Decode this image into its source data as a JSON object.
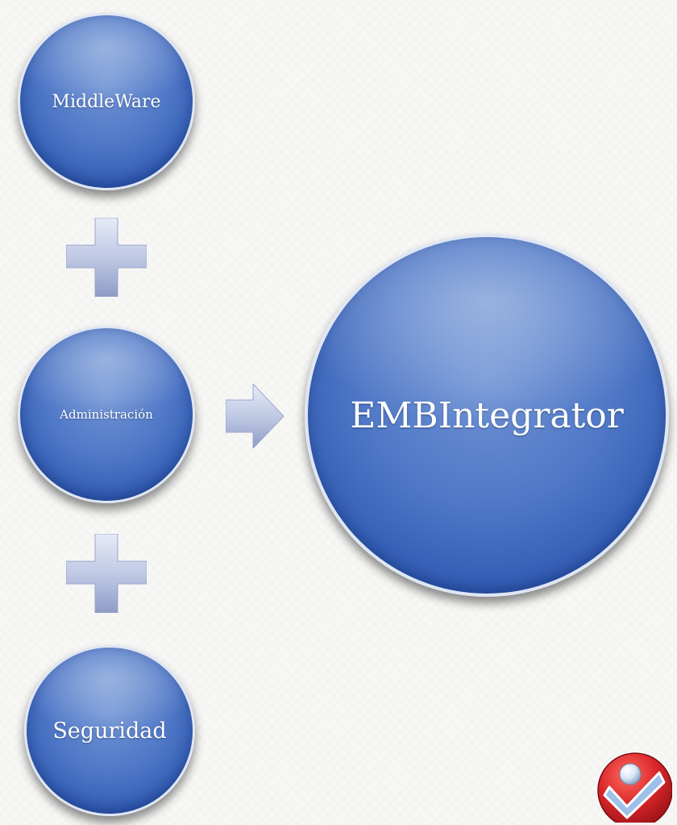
{
  "diagram": {
    "inputs": [
      {
        "label": "MiddleWare"
      },
      {
        "label": "Administración"
      },
      {
        "label": "Seguridad"
      }
    ],
    "output": {
      "label": "EMBIntegrator"
    },
    "connectors": {
      "between_inputs": "plus-icon",
      "to_output": "arrow-right-icon"
    }
  },
  "colors": {
    "bubble": "#4f78c7",
    "bubble_edge": "#dfe6f4",
    "connector": "#b9c3de",
    "background": "#f7f7f5",
    "logo_red": "#d9262a",
    "logo_check": "#9ec0e8"
  },
  "logo": {
    "icon": "checkmark-logo-icon"
  }
}
